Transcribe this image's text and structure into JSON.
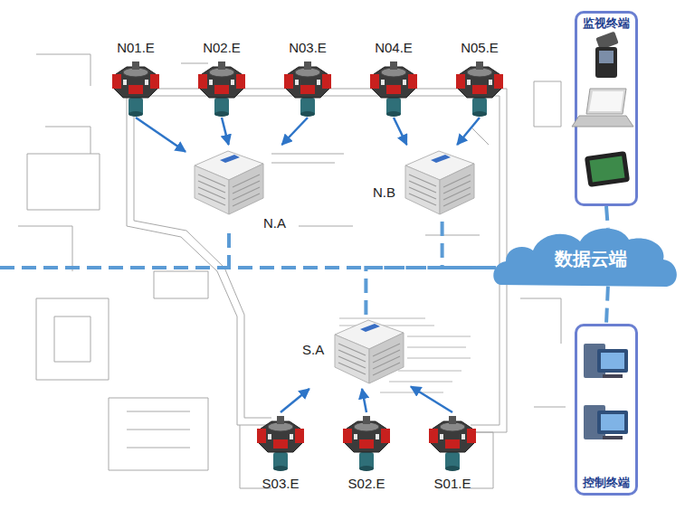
{
  "diagram": {
    "nodes": [
      {
        "text": [
          "N01.E"
        ]
      },
      {
        "text": [
          "N02.E"
        ]
      },
      {
        "text": [
          "N03.E"
        ]
      },
      {
        "text": [
          "N04.E"
        ]
      },
      {
        "text": [
          "N05.E"
        ]
      },
      {
        "text": [
          "监视终端"
        ]
      },
      {
        "text": [
          "N.A"
        ]
      },
      {
        "text": [
          "N.B"
        ]
      },
      {
        "text": [
          "数据云端"
        ]
      },
      {
        "text": [
          "S.A"
        ]
      },
      {
        "text": [
          "控制终端"
        ]
      },
      {
        "text": [
          "S03.E"
        ]
      },
      {
        "text": [
          "S02.E"
        ]
      },
      {
        "text": [
          "S01.E"
        ]
      }
    ],
    "edges": [
      {
        "from": 0,
        "to": 6,
        "arrow": "to"
      },
      {
        "from": 1,
        "to": 6,
        "arrow": "to"
      },
      {
        "from": 2,
        "to": 6,
        "arrow": "to"
      },
      {
        "from": 3,
        "to": 7,
        "arrow": "to"
      },
      {
        "from": 4,
        "to": 7,
        "arrow": "to"
      },
      {
        "from": 11,
        "to": 9,
        "arrow": "to"
      },
      {
        "from": 12,
        "to": 9,
        "arrow": "to"
      },
      {
        "from": 13,
        "to": 9,
        "arrow": "to"
      },
      {
        "from": 6,
        "to": 8,
        "arrow": "none"
      },
      {
        "from": 7,
        "to": 8,
        "arrow": "none"
      },
      {
        "from": 9,
        "to": 8,
        "arrow": "none"
      },
      {
        "from": 5,
        "to": 8,
        "arrow": "none"
      },
      {
        "from": 8,
        "to": 10,
        "arrow": "none"
      }
    ]
  }
}
